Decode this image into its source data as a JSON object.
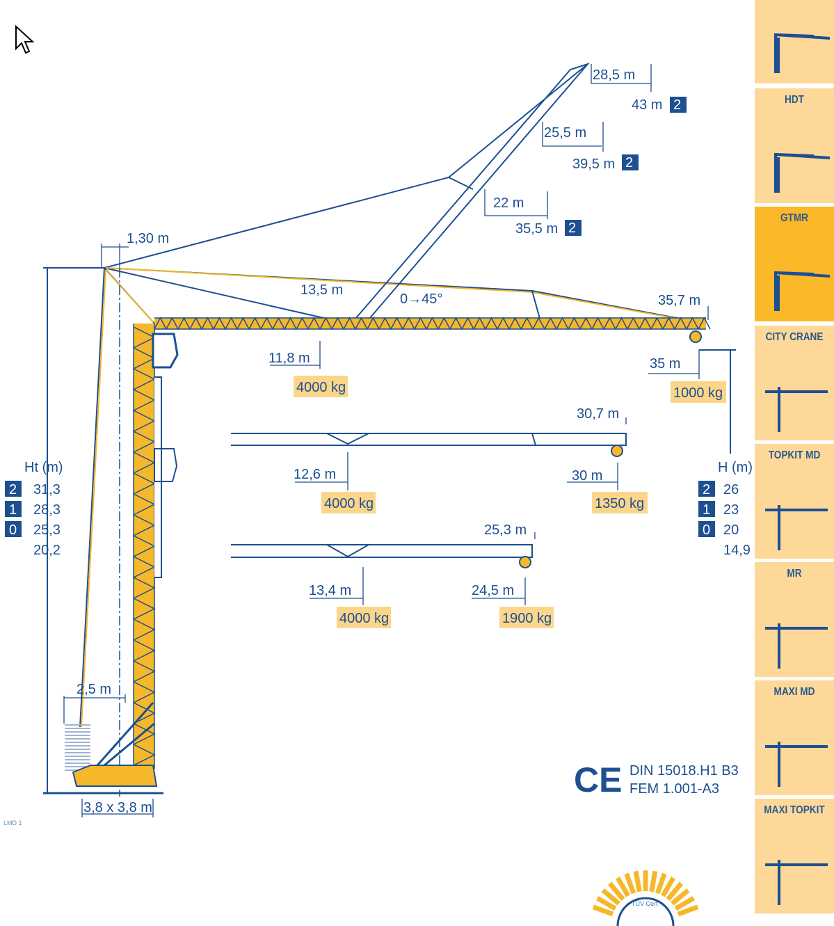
{
  "colors": {
    "blue": "#1d4f91",
    "yellow": "#f5b82a",
    "label_bg": "#fbd68a",
    "sidebar_bg": "#fdd898",
    "sidebar_active": "#fbb829"
  },
  "sidebar": {
    "items": [
      {
        "label": "",
        "active": false
      },
      {
        "label": "HDT",
        "active": false
      },
      {
        "label": "GTMR",
        "active": true
      },
      {
        "label": "CITY CRANE",
        "active": false
      },
      {
        "label": "TOPKIT MD",
        "active": false
      },
      {
        "label": "MR",
        "active": false
      },
      {
        "label": "MAXI MD",
        "active": false
      },
      {
        "label": "MAXI TOPKIT",
        "active": false
      }
    ]
  },
  "dimensions": {
    "luff_top_radius": "28,5 m",
    "luff_top_height": "43 m",
    "luff_top_badge": "2",
    "luff_mid_radius": "25,5 m",
    "luff_mid_height": "39,5 m",
    "luff_mid_badge": "2",
    "luff_low_radius": "22 m",
    "luff_low_height": "35,5 m",
    "luff_low_badge": "2",
    "apex_offset": "1,30 m",
    "jib_13": "13,5 m",
    "angle": "0→45°",
    "jib_max": "35,7 m",
    "r1_radius": "11,8 m",
    "r1_load": "4000 kg",
    "r1_tip_radius": "35 m",
    "r1_tip_load": "1000 kg",
    "r2_max": "30,7 m",
    "r2_radius": "12,6 m",
    "r2_load": "4000 kg",
    "r2_tip_radius": "30 m",
    "r2_tip_load": "1350 kg",
    "r3_max": "25,3 m",
    "r3_radius": "13,4 m",
    "r3_load": "4000 kg",
    "r3_tip_radius": "24,5 m",
    "r3_tip_load": "1900 kg",
    "ballast_offset": "2,5 m",
    "base": "3,8 x 3,8 m"
  },
  "ht_table": {
    "title": "Ht (m)",
    "rows": [
      {
        "badge": "2",
        "value": "31,3"
      },
      {
        "badge": "1",
        "value": "28,3"
      },
      {
        "badge": "0",
        "value": "25,3"
      },
      {
        "badge": "",
        "value": "20,2"
      }
    ]
  },
  "h_table": {
    "title": "H (m)",
    "rows": [
      {
        "badge": "2",
        "value": "26"
      },
      {
        "badge": "1",
        "value": "23"
      },
      {
        "badge": "0",
        "value": "20"
      },
      {
        "badge": "",
        "value": "14,9"
      }
    ]
  },
  "certification": {
    "ce": "CE",
    "line1": "DIN 15018.H1 B3",
    "line2": "FEM 1.001-A3",
    "tuv": "TÜV Cert"
  },
  "model_code": "LMD 1"
}
